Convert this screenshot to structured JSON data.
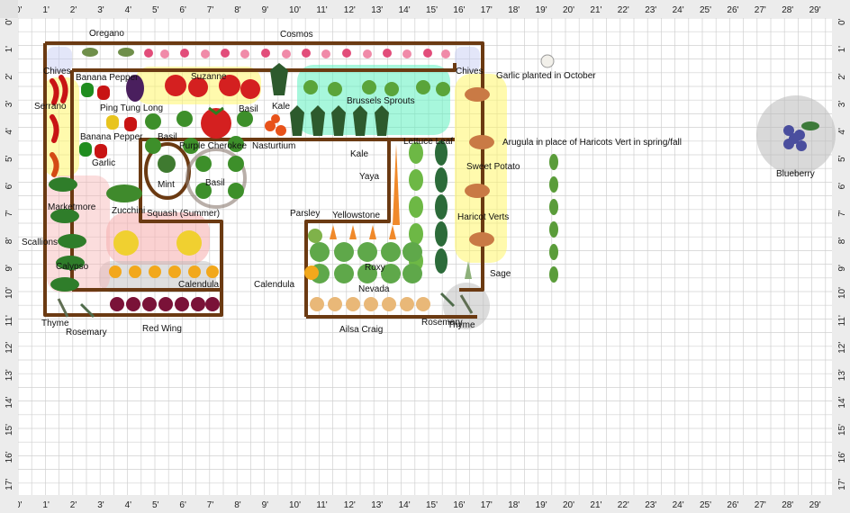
{
  "ruler": {
    "top": [
      "0'",
      "1'",
      "2'",
      "3'",
      "4'",
      "5'",
      "6'",
      "7'",
      "8'",
      "9'",
      "10'",
      "11'",
      "12'",
      "13'",
      "14'",
      "15'",
      "16'",
      "17'",
      "18'",
      "19'",
      "20'",
      "21'",
      "22'",
      "23'",
      "24'",
      "25'",
      "26'",
      "27'",
      "28'",
      "29'"
    ],
    "side": [
      "0'",
      "1'",
      "2'",
      "3'",
      "4'",
      "5'",
      "6'",
      "7'",
      "8'",
      "9'",
      "10'",
      "11'",
      "12'",
      "13'",
      "14'",
      "15'",
      "16'",
      "17'"
    ]
  },
  "labels": {
    "oregano": "Oregano",
    "cosmos": "Cosmos",
    "chives_left": "Chives",
    "banana_pepper_top": "Banana Pepper",
    "suzanne": "Suzanne",
    "chives_right": "Chives",
    "garlic_note": "Garlic planted in October",
    "serrano": "Serrano",
    "ping_tung_long": "Ping Tung Long",
    "basil_top": "Basil",
    "kale_top": "Kale",
    "brussels_sprouts": "Brussels Sprouts",
    "banana_pepper_mid": "Banana Pepper",
    "basil_mid": "Basil",
    "arugula_note": "Arugula in place of Haricots Vert in spring/fall",
    "purple_cherokee": "Purple Cherokee",
    "nasturtium": "Nasturtium",
    "lettuce_leaf": "Lettuce Leaf",
    "kale_mid": "Kale",
    "sweet_potato": "Sweet Potato",
    "garlic": "Garlic",
    "yaya": "Yaya",
    "blueberry": "Blueberry",
    "mint": "Mint",
    "basil_low": "Basil",
    "marketmore": "Marketmore",
    "zucchini": "Zucchini",
    "squash_summer": "Squash (Summer)",
    "parsley": "Parsley",
    "yellowstone": "Yellowstone",
    "haricot_verts": "Haricot Verts",
    "scallions": "Scallions",
    "calypso": "Calypso",
    "roxy": "Roxy",
    "sage": "Sage",
    "calendula_left": "Calendula",
    "calendula_right": "Calendula",
    "nevada": "Nevada",
    "thyme_left": "Thyme",
    "rosemary_left": "Rosemary",
    "red_wing": "Red Wing",
    "ailsa_craig": "Ailsa Craig",
    "rosemary_right": "Rosemary",
    "thyme_right": "Thyme"
  },
  "colors": {
    "bed_border": "#6b3a12",
    "grid_line": "#d0d0d0",
    "ruler_bg": "#ececec",
    "highlight_yellow": "#fff56a",
    "highlight_cyan": "#5ff0c0",
    "highlight_pink": "#f7b3b3",
    "highlight_gray": "#b9b9b9",
    "highlight_lavender": "#c8cdf3"
  }
}
